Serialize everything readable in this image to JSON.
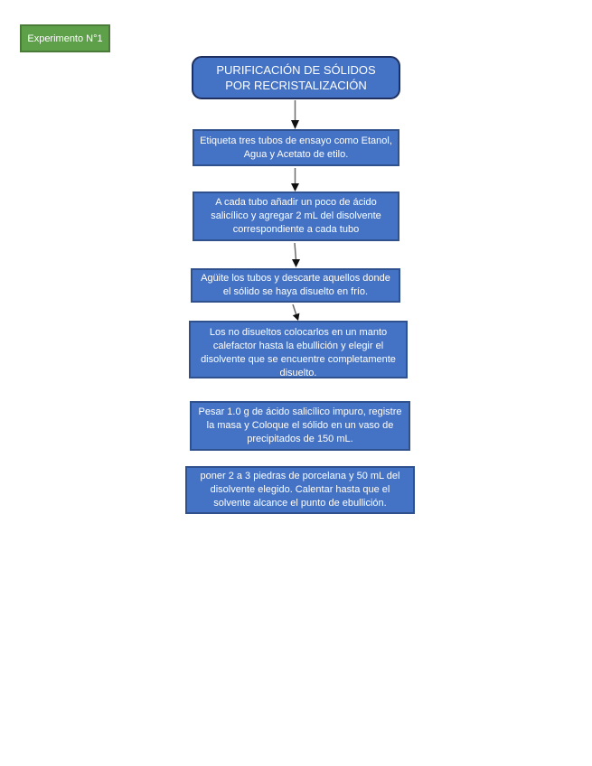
{
  "badge": {
    "label": "Experimento N°1"
  },
  "flowchart": {
    "title": "PURIFICACIÓN DE SÓLIDOS POR RECRISTALIZACIÓN",
    "steps": [
      "Etiqueta tres tubos de ensayo como Etanol, Agua y Acetato de etilo.",
      "A cada tubo añadir un poco de ácido salicílico y agregar 2 mL del disolvente correspondiente a cada tubo",
      "Agüite los tubos y descarte aquellos donde el sólido se haya disuelto en frío.",
      "Los no disueltos colocarlos en un manto calefactor hasta la ebullición y elegir el disolvente que se encuentre completamente disuelto.",
      "Pesar 1.0 g de ácido salicílico impuro, registre la masa y Coloque el sólido en un vaso de precipitados de 150 mL.",
      "poner 2 a 3 piedras de porcelana y 50 mL del disolvente elegido. Calentar hasta que el solvente alcance el punto de ebullición."
    ],
    "connectors": [
      "title to step-1",
      "step-1 to step-2",
      "step-2 to step-3",
      "step-3 to step-4"
    ]
  },
  "colors": {
    "node_fill": "#4472C4",
    "node_border": "#2F528F",
    "title_border": "#1F3060",
    "badge_fill": "#5EA049",
    "badge_border": "#4A7B39",
    "text": "#FFFFFF",
    "arrow_line": "#6B6B6B",
    "arrow_head": "#111111",
    "page_background": "#FFFFFF"
  }
}
